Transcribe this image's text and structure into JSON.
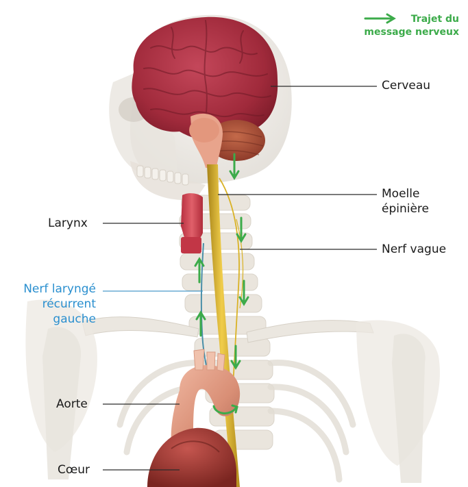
{
  "legend": {
    "line1": "Trajet du",
    "line2": "message nerveux",
    "arrow_icon": "green-right-arrow-icon",
    "color": "#3cab4a"
  },
  "labels": {
    "cerveau": "Cerveau",
    "moelle_line1": "Moelle",
    "moelle_line2": "épinière",
    "nerf_vague": "Nerf vague",
    "larynx": "Larynx",
    "nerf_larynge_line1": "Nerf laryngé",
    "nerf_larynge_line2": "récurrent",
    "nerf_larynge_line3": "gauche",
    "aorte": "Aorte",
    "coeur": "Cœur"
  },
  "colors": {
    "label_text": "#1a1a1a",
    "nerf_larynge_text": "#2a8fcf",
    "arrows": "#3cab4a",
    "brain": "#a52b3d",
    "spinal_cord": "#d9b225"
  }
}
